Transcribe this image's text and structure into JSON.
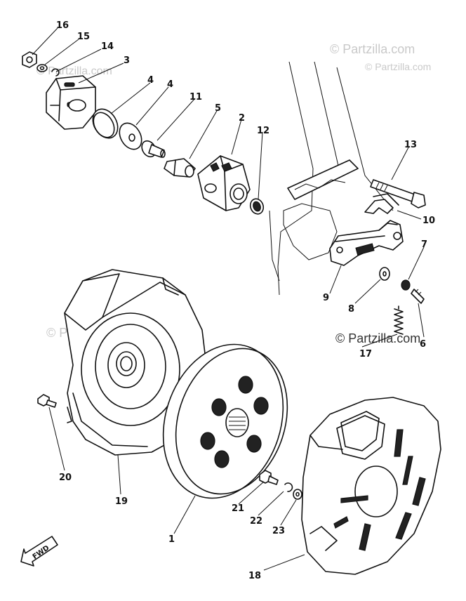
{
  "watermarks": [
    "© Partzilla.com",
    "© Partzilla.com",
    "© Partzilla.com",
    "© Partzilla.com",
    "© Partzilla.com"
  ],
  "callouts": [
    "16",
    "15",
    "14",
    "3",
    "4",
    "4",
    "11",
    "5",
    "2",
    "12",
    "13",
    "10",
    "7",
    "9",
    "8",
    "6",
    "17",
    "20",
    "19",
    "1",
    "21",
    "22",
    "23",
    "18"
  ],
  "fwd_label": "FWD"
}
